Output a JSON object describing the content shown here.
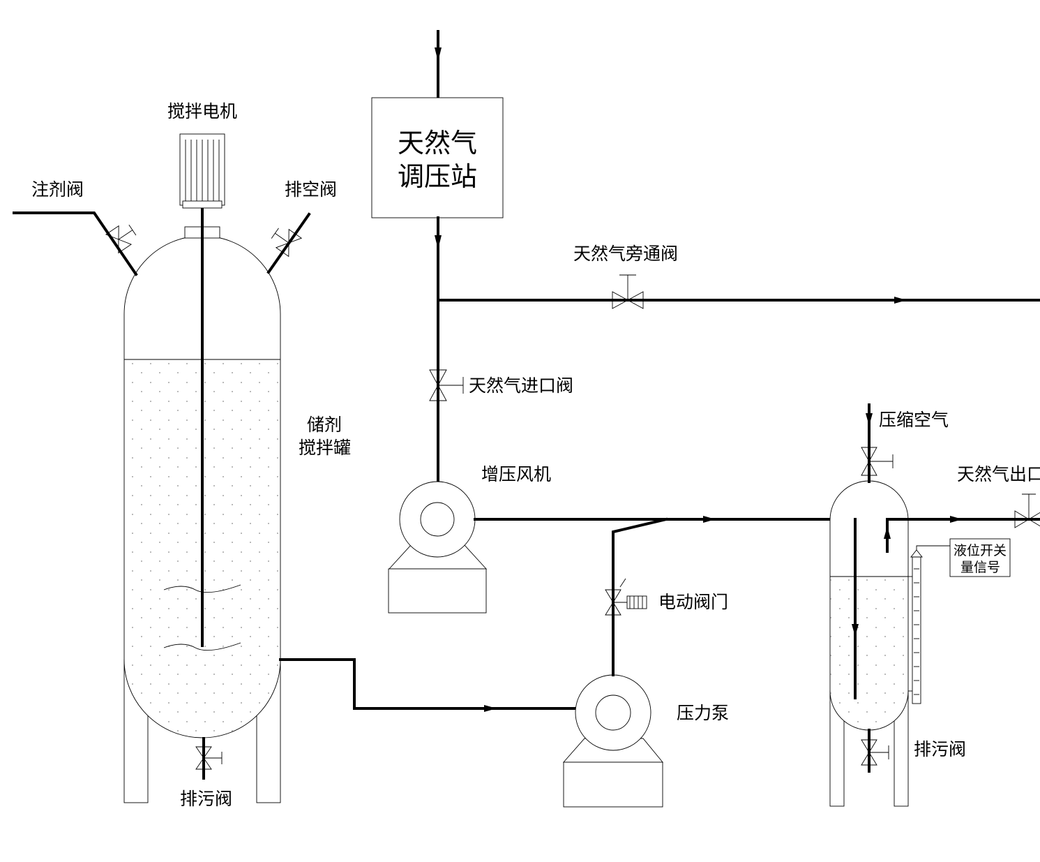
{
  "labels": {
    "stirring_motor": "搅拌电机",
    "injection_valve": "注剂阀",
    "vent_valve": "排空阀",
    "storage_tank_line1": "储剂",
    "storage_tank_line2": "搅拌罐",
    "drain_valve_left": "排污阀",
    "regulator_line1": "天然气",
    "regulator_line2": "调压站",
    "bypass_valve": "天然气旁通阀",
    "inlet_valve": "天然气进口阀",
    "booster_fan": "增压风机",
    "electric_valve": "电动阀门",
    "pressure_pump": "压力泵",
    "compressed_air": "压缩空气",
    "gas_outlet": "天然气出口",
    "level_signal_line1": "液位开关",
    "level_signal_line2": "量信号",
    "drain_valve_right": "排污阀"
  },
  "colors": {
    "line": "#000000",
    "liquid_dots": "#888888",
    "background": "#ffffff"
  }
}
